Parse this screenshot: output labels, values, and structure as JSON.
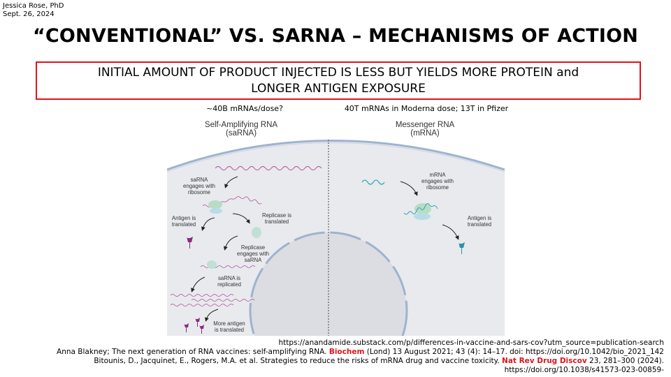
{
  "author": {
    "name": "Jessica Rose, PhD",
    "date": "Sept. 26, 2024"
  },
  "title": "“CONVENTIONAL” VS. SARNA – MECHANISMS OF ACTION",
  "highlight_box": {
    "line1": "INITIAL AMOUNT OF PRODUCT INJECTED IS LESS BUT YIELDS MORE PROTEIN and",
    "line2": "LONGER ANTIGEN EXPOSURE"
  },
  "figure": {
    "left": {
      "dose_note": "~40B mRNAs/dose?",
      "heading1": "Self-Amplifying RNA",
      "heading2": "(saRNA)",
      "labels": {
        "engages": [
          "saRNA",
          "engages with",
          "ribosome"
        ],
        "antigen": [
          "Antigen is",
          "translated"
        ],
        "replicase": [
          "Replicase is",
          "translated"
        ],
        "replicase_engages": [
          "Replicase",
          "engages with",
          "saRNA"
        ],
        "replicated": [
          "saRNA is",
          "replicated"
        ],
        "more_antigen": [
          "More antigen",
          "is translated"
        ]
      }
    },
    "right": {
      "dose_note": "40T mRNAs in Moderna dose; 13T in Pfizer",
      "heading1": "Messenger RNA",
      "heading2": "(mRNA)",
      "labels": {
        "engages": [
          "mRNA",
          "engages with",
          "ribosome"
        ],
        "antigen": [
          "Antigen is",
          "translated"
        ]
      }
    },
    "colors": {
      "sarna": "#b24a9a",
      "mrna": "#2aa7b5",
      "cell": "#e8eaee",
      "membrane": "#9fb2cf"
    }
  },
  "references": {
    "url1": "https://anandamide.substack.com/p/differences-in-vaccine-and-sars-cov?utm_source=publication-search",
    "ref2_pre": "Anna Blakney; The next generation of RNA vaccines: self-amplifying RNA. ",
    "ref2_journal": "Biochem",
    "ref2_post": " (Lond) 13 August 2021; 43 (4): 14–17. doi: https://doi.org/10.1042/bio_2021_142",
    "ref3_pre": "Bitounis, D., Jacquinet, E., Rogers, M.A. et al. Strategies to reduce the risks of mRNA drug and vaccine toxicity. ",
    "ref3_journal": "Nat Rev Drug Discov",
    "ref3_post": " 23, 281–300 (2024).",
    "ref3_doi": "https://doi.org/10.1038/s41573-023-00859-"
  }
}
